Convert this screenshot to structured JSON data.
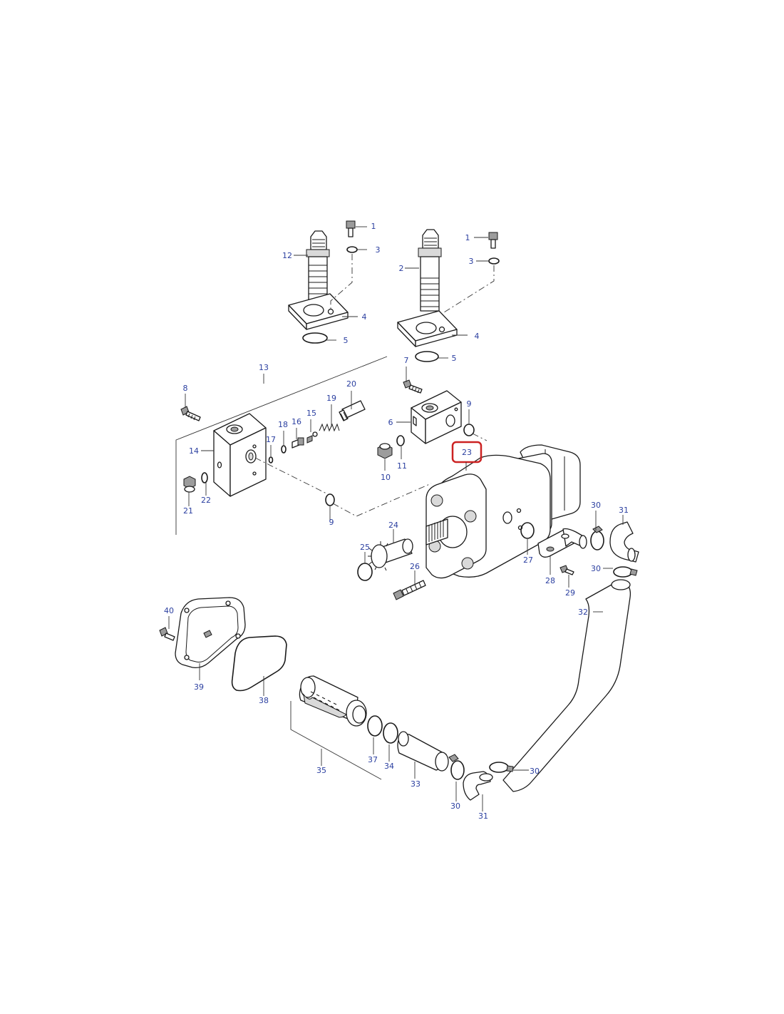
{
  "callouts": [
    "1",
    "3",
    "12",
    "2",
    "1",
    "3",
    "4",
    "5",
    "4",
    "5",
    "7",
    "13",
    "8",
    "20",
    "19",
    "15",
    "16",
    "18",
    "17",
    "14",
    "6",
    "9",
    "23",
    "10",
    "11",
    "21",
    "22",
    "9",
    "24",
    "25",
    "26",
    "30",
    "31",
    "27",
    "28",
    "29",
    "30",
    "32",
    "40",
    "39",
    "38",
    "35",
    "37",
    "34",
    "33",
    "30",
    "31",
    "30"
  ],
  "highlight": {
    "label": "23",
    "color": "#cc2222"
  },
  "colors": {
    "label": "#2b3fa0",
    "line": "#1a1a1a"
  }
}
